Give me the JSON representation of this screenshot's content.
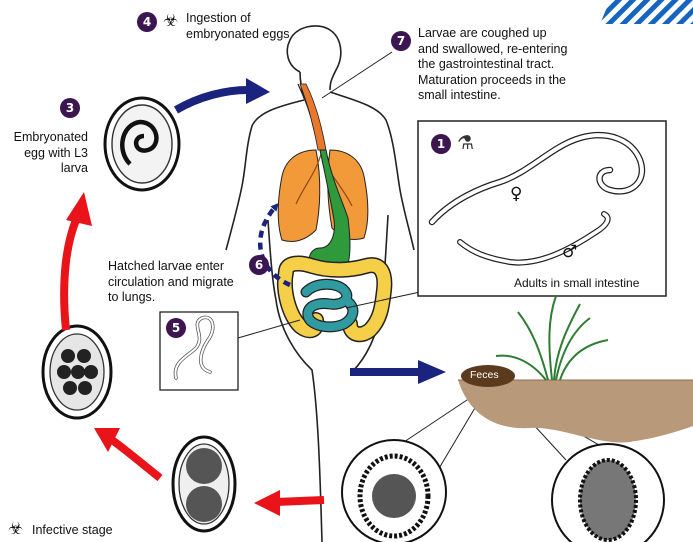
{
  "steps": {
    "step1": {
      "number": "1"
    },
    "step3": {
      "number": "3",
      "label": "Embryonated\negg with L3\nlarva"
    },
    "step4": {
      "number": "4",
      "label": "Ingestion of\nembryonated eggs"
    },
    "step5": {
      "number": "5"
    },
    "step6": {
      "number": "6",
      "label": "Hatched larvae enter\ncirculation and migrate\nto lungs."
    },
    "step7": {
      "number": "7",
      "label": "Larvae are coughed up\nand swallowed, re-entering\nthe gastrointestinal tract.\nMaturation proceeds in the\nsmall intestine."
    }
  },
  "adults_box": {
    "caption": "Adults in small intestine",
    "female_symbol": "♀",
    "male_symbol": "♂"
  },
  "feces_label": "Feces",
  "infective_stage_label": "Infective stage",
  "icons": {
    "hazard": "biohazard-icon",
    "diagnostic": "microscope-icon"
  },
  "colors": {
    "step_badge": "#3b1650",
    "blue_arrow": "#1a237e",
    "red_arrow": "#e8141a",
    "lungs": "#f2993a",
    "stomach": "#2e9a3c",
    "large_intestine": "#f6cf48",
    "small_intestine": "#2f9aa0"
  }
}
